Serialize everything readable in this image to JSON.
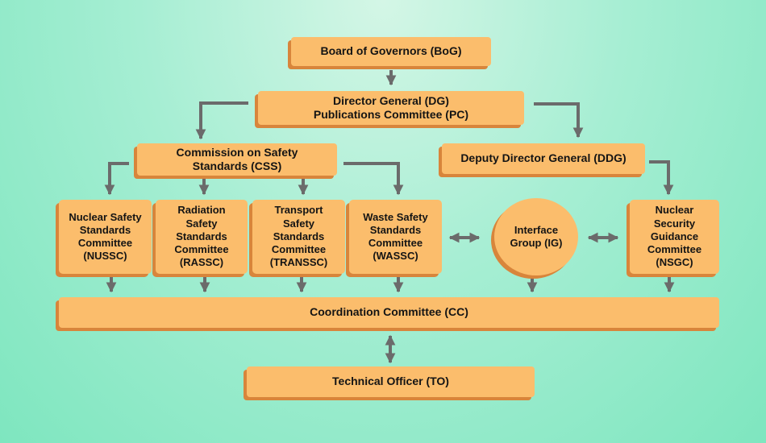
{
  "nodes": {
    "bog": "Board of Governors (BoG)",
    "dg_line1": "Director General (DG)",
    "dg_line2": "Publications Committee (PC)",
    "css": "Commission on Safety Standards (CSS)",
    "ddg": "Deputy Director General (DDG)",
    "nussc": "Nuclear Safety Standards Committee (NUSSC)",
    "rassc": "Radiation Safety Standards Committee (RASSC)",
    "transsc": "Transport Safety Standards Committee (TRANSSC)",
    "wassc": "Waste Safety Standards Committee (WASSC)",
    "ig": "Interface Group (IG)",
    "nsgc": "Nuclear Security Guidance Committee (NSGC)",
    "cc": "Coordination Committee (CC)",
    "to": "Technical Officer (TO)"
  },
  "colors": {
    "box_fill": "#fbbd6c",
    "box_shadow": "#d8853b",
    "arrow": "#6b6b6b",
    "background": "#a6eed3"
  }
}
